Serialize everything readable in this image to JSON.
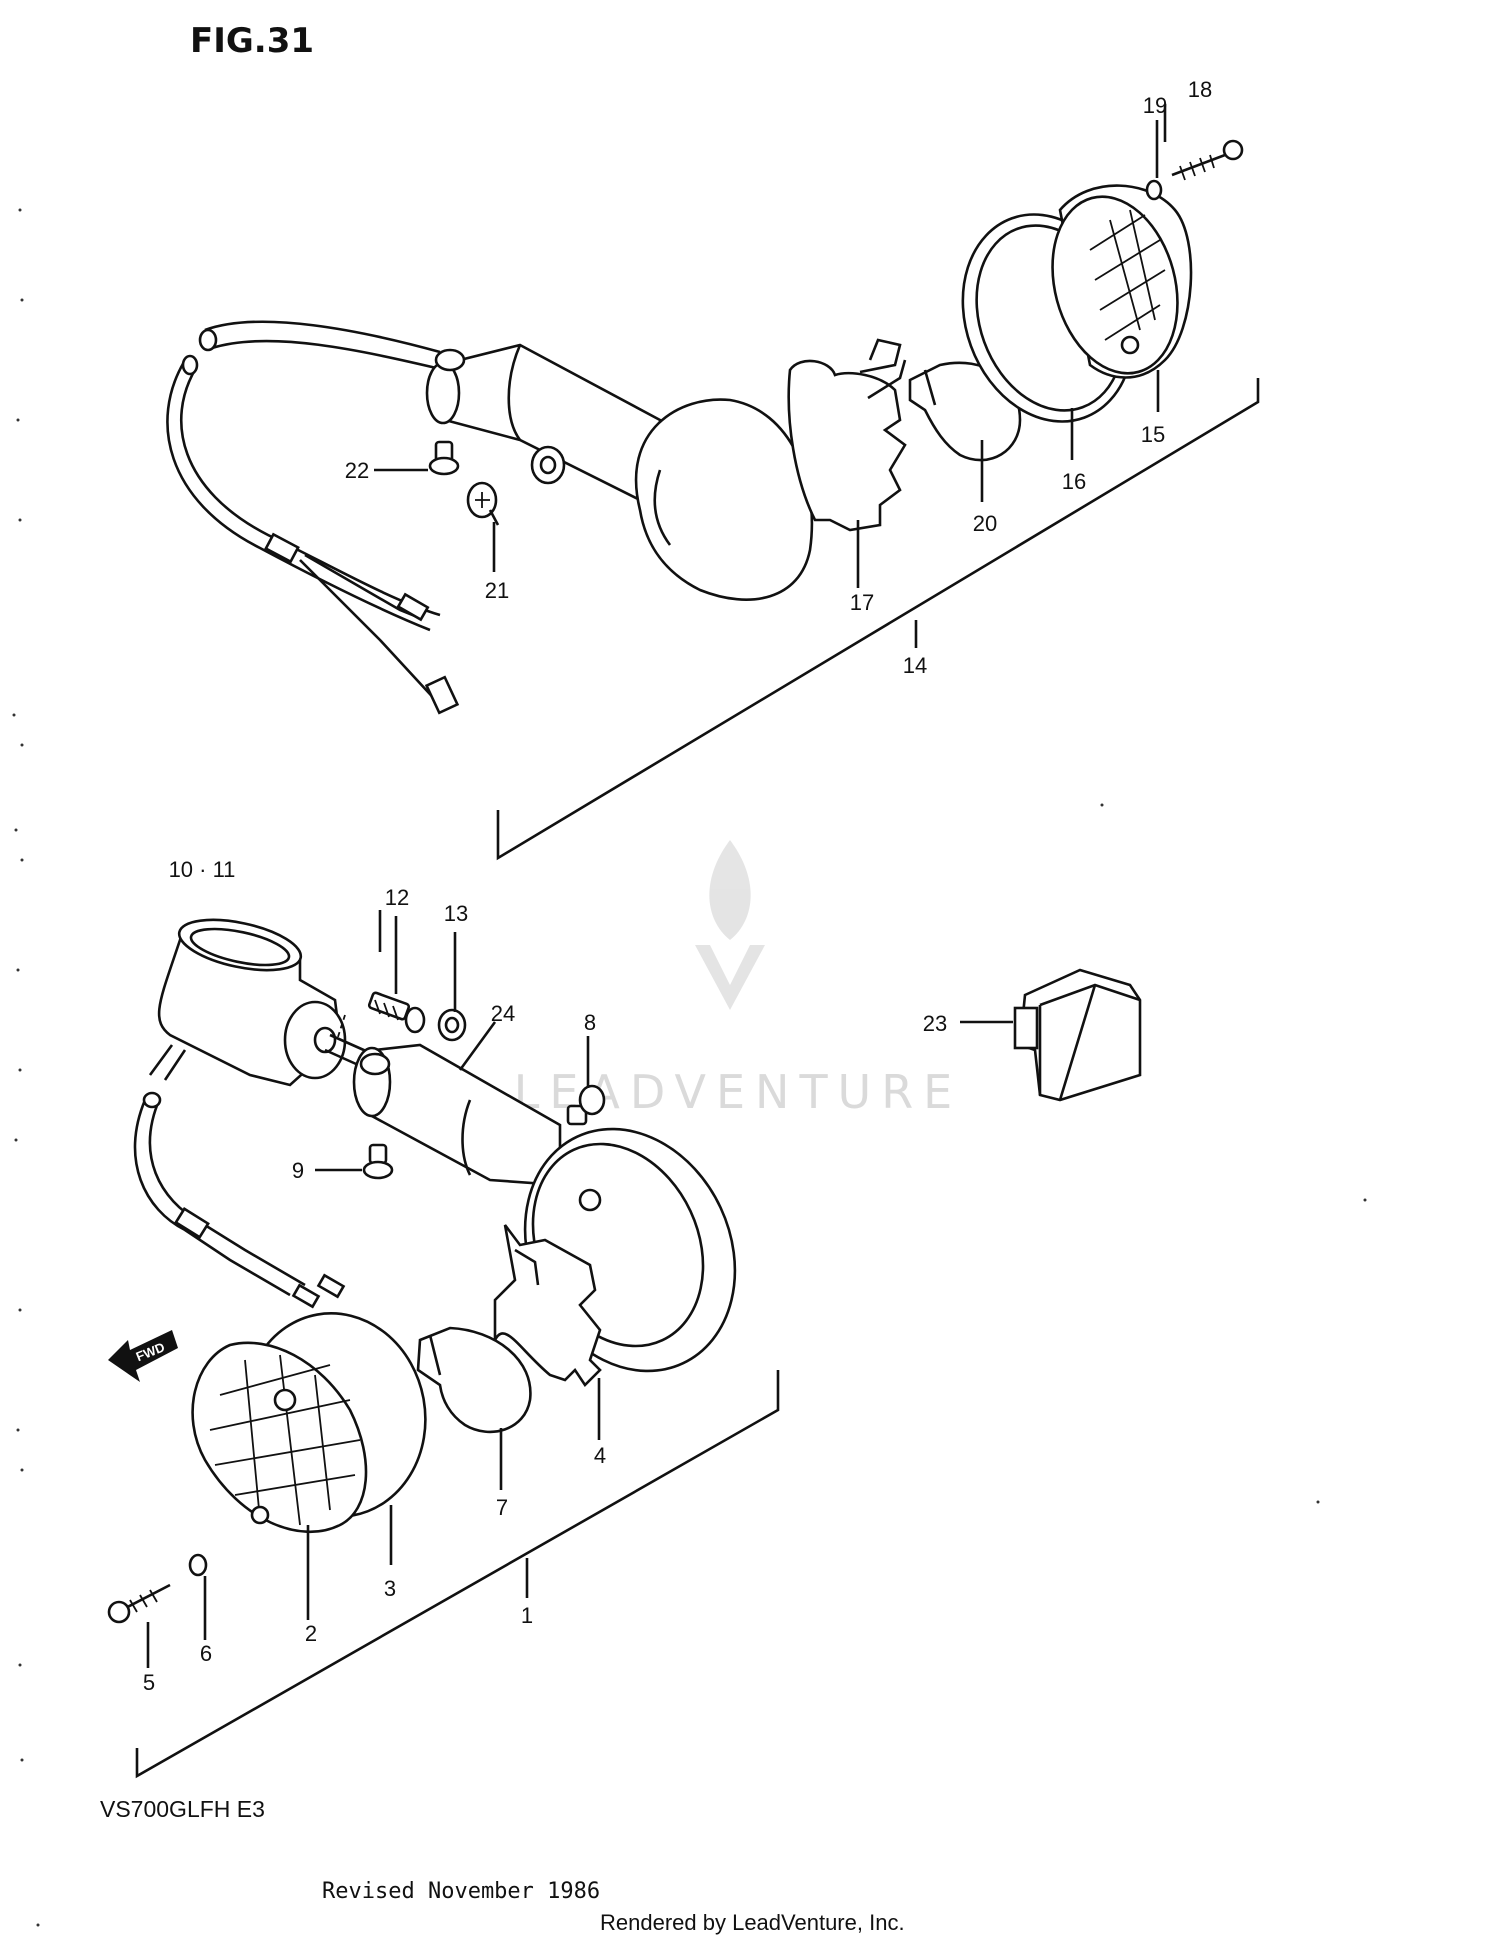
{
  "figure": {
    "title": "FIG.31",
    "model": "VS700GLFH E3"
  },
  "footer": {
    "revised": "Revised November 1986",
    "rendered_by": "Rendered by LeadVenture, Inc."
  },
  "watermark": {
    "text": "LEADVENTURE"
  },
  "direction_arrow": {
    "text": "FWD"
  },
  "callouts": {
    "p1": "1",
    "p2": "2",
    "p3": "3",
    "p4": "4",
    "p5": "5",
    "p6": "6",
    "p7": "7",
    "p8": "8",
    "p9": "9",
    "p10_11": "10 · 11",
    "p12": "12",
    "p13": "13",
    "p14": "14",
    "p15": "15",
    "p16": "16",
    "p17": "17",
    "p18": "18",
    "p19": "19",
    "p20": "20",
    "p21": "21",
    "p22": "22",
    "p23": "23",
    "p24": "24"
  }
}
